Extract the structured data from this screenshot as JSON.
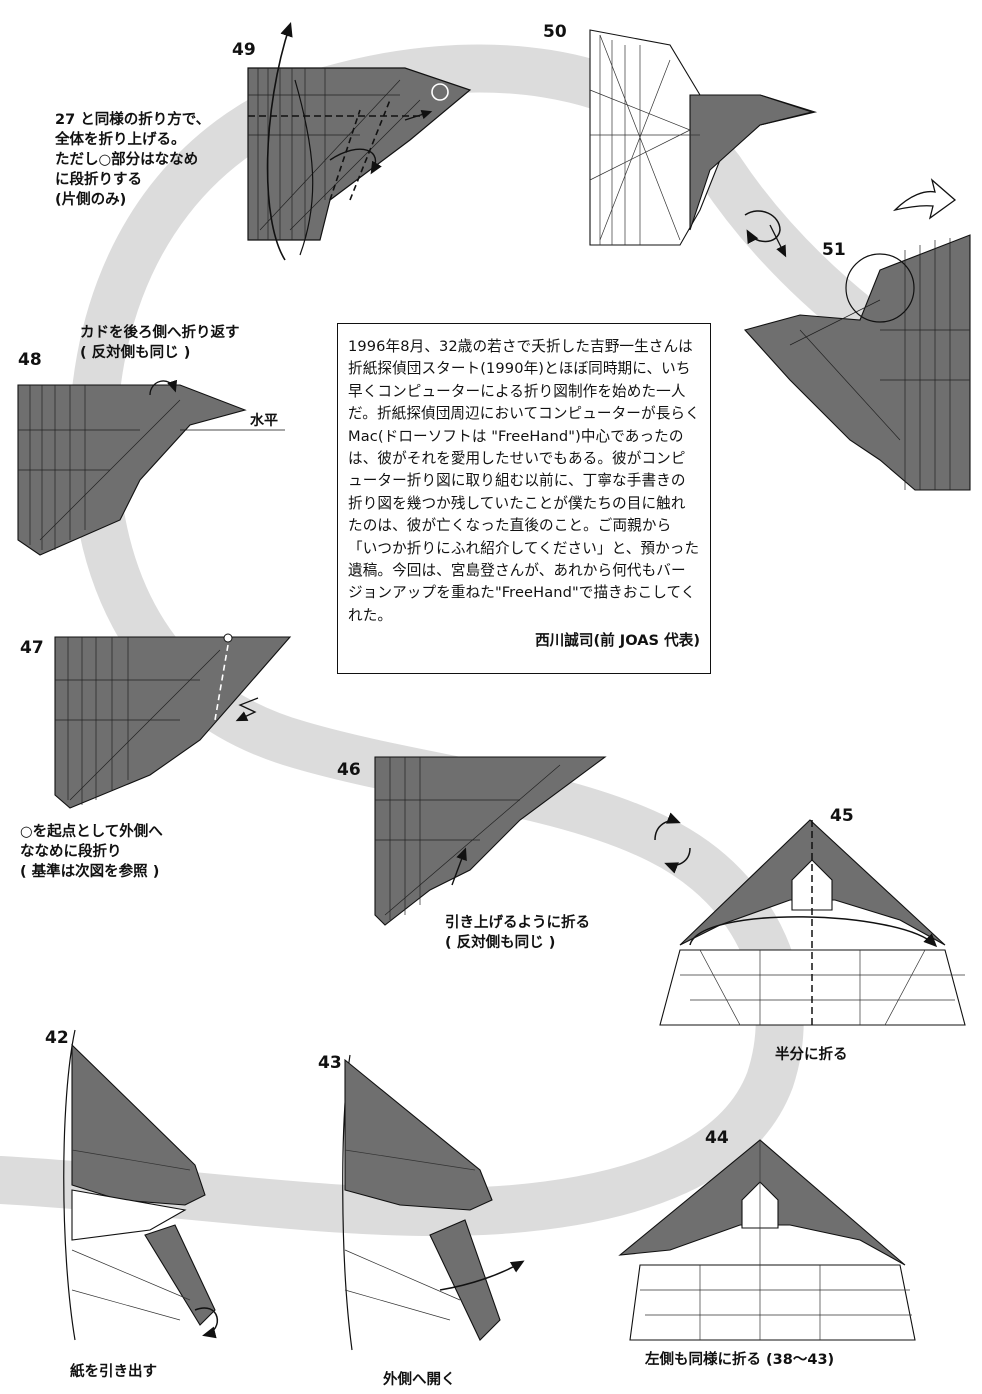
{
  "steps": {
    "s42": {
      "num": "42",
      "caption": "紙を引き出す"
    },
    "s43": {
      "num": "43",
      "caption": "外側へ開く"
    },
    "s44": {
      "num": "44",
      "caption": "左側も同様に折る (38〜43)"
    },
    "s45": {
      "num": "45",
      "caption": "半分に折る"
    },
    "s46": {
      "num": "46",
      "caption": "引き上げるように折る\n( 反対側も同じ )"
    },
    "s47": {
      "num": "47",
      "caption": "○を起点として外側へ\nななめに段折り\n( 基準は次図を参照 )"
    },
    "s48": {
      "num": "48",
      "caption": "カドを後ろ側へ折り返す\n( 反対側も同じ )",
      "label": "水平"
    },
    "s49": {
      "num": "49",
      "caption": "27 と同様の折り方で、\n全体を折り上げる。\nただし○部分はななめ\nに段折りする\n(片側のみ)"
    },
    "s50": {
      "num": "50"
    },
    "s51": {
      "num": "51"
    }
  },
  "essay": {
    "body": "1996年8月、32歳の若さで夭折した吉野一生さんは折紙探偵団スタート(1990年)とほぼ同時期に、いち早くコンピューターによる折り図制作を始めた一人だ。折紙探偵団周辺においてコンピューターが長らくMac(ドローソフトは \"FreeHand\")中心であったのは、彼がそれを愛用したせいでもある。彼がコンピューター折り図に取り組む以前に、丁寧な手書きの折り図を幾つか残していたことが僕たちの目に触れたのは、彼が亡くなった直後のこと。ご両親から「いつか折りにふれ紹介してください」と、預かった遺稿。今回は、宮島登さんが、あれから何代もバージョンアップを重ねた\"FreeHand\"で描きおこしてくれた。",
    "signature": "西川誠司(前 JOAS 代表)"
  },
  "colors": {
    "paper_gray": "#6f6f6f",
    "track_gray": "#dcdcdc",
    "line": "#111111"
  }
}
